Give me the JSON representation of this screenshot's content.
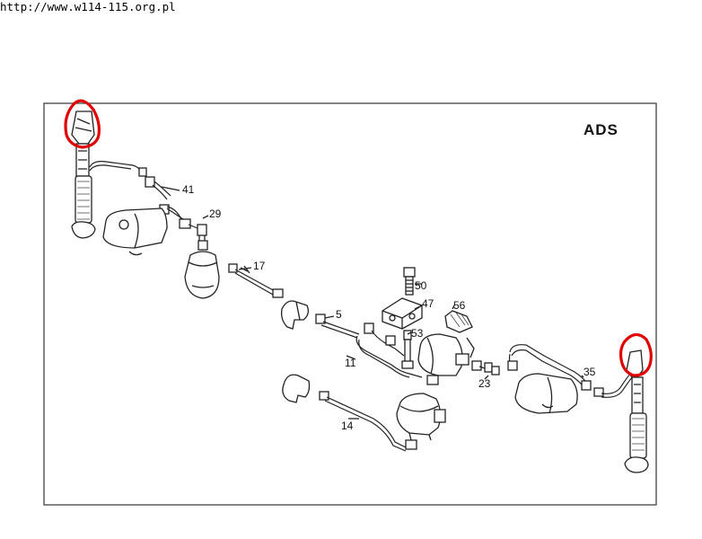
{
  "header": {
    "url_text": "http://www.w114-115.org.pl"
  },
  "diagram": {
    "title": "ADS",
    "part_labels": [
      "41",
      "29",
      "17",
      "50",
      "47",
      "56",
      "5",
      "53",
      "11",
      "23",
      "35",
      "14"
    ]
  },
  "annotations": {
    "highlight_color": "#e00000"
  }
}
